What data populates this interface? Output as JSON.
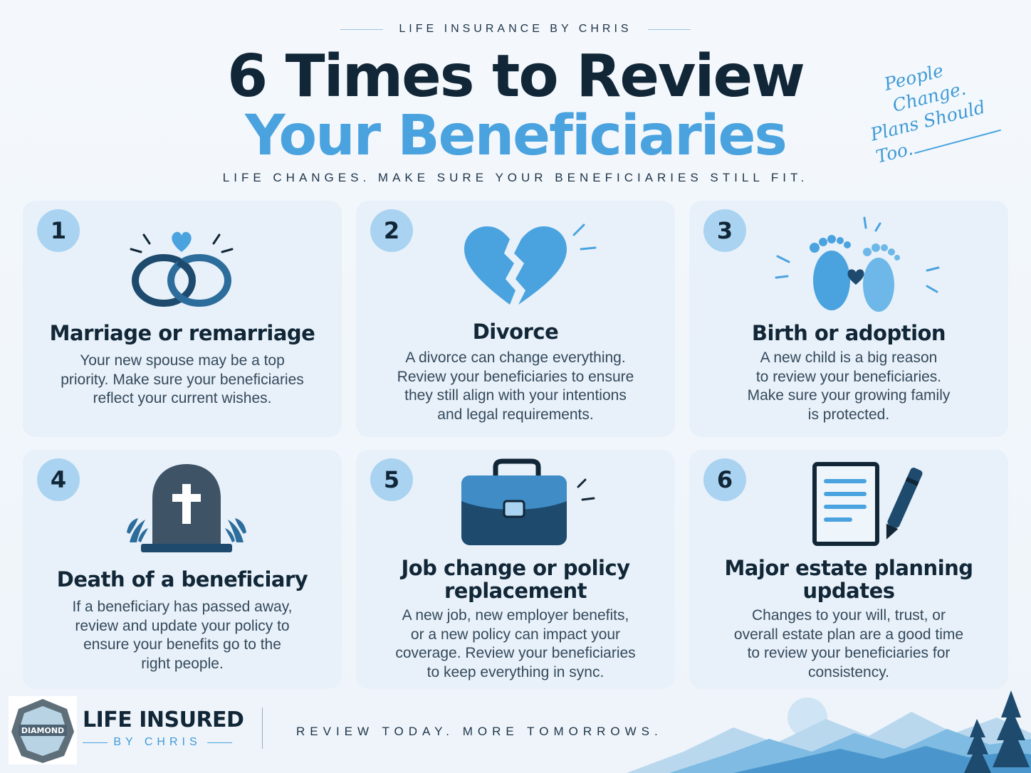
{
  "header": {
    "eyebrow": "LIFE INSURANCE BY CHRIS",
    "title_line1": "6 Times to Review",
    "title_line2": "Your Beneficiaries",
    "subtitle": "LIFE CHANGES. MAKE SURE YOUR BENEFICIARIES STILL FIT.",
    "script_note": [
      "People",
      "Change.",
      "Plans Should Too."
    ]
  },
  "cards": [
    {
      "number": "1",
      "icon": "wedding-rings-icon",
      "title": "Marriage or remarriage",
      "body": "Your new spouse may be a top\npriority. Make sure your beneficiaries\nreflect your current wishes."
    },
    {
      "number": "2",
      "icon": "broken-heart-icon",
      "title": "Divorce",
      "body": "A divorce can change everything.\nReview your beneficiaries to ensure\nthey still align with your intentions\nand legal requirements."
    },
    {
      "number": "3",
      "icon": "baby-footprints-icon",
      "title": "Birth or adoption",
      "body": "A new child is a big reason\nto review your beneficiaries.\nMake sure your growing family\nis protected."
    },
    {
      "number": "4",
      "icon": "gravestone-icon",
      "title": "Death of a beneficiary",
      "body": "If a beneficiary has passed away,\nreview and update your policy to\nensure your benefits go to the\nright people."
    },
    {
      "number": "5",
      "icon": "briefcase-icon",
      "title": "Job change or policy\nreplacement",
      "body": "A new job, new employer benefits,\nor a new policy can impact your\ncoverage. Review your beneficiaries\nto keep everything in sync."
    },
    {
      "number": "6",
      "icon": "document-pen-icon",
      "title": "Major estate planning\nupdates",
      "body": "Changes to your will, trust, or\noverall estate plan are a good time\nto review your beneficiaries for\nconsistency."
    }
  ],
  "footer": {
    "badge_text": "DIAMOND",
    "brand_name": "LIFE INSURED",
    "brand_sub": "BY CHRIS",
    "tagline": "REVIEW TODAY. MORE TOMORROWS."
  },
  "colors": {
    "accent_blue": "#4aa3df",
    "navy": "#112637",
    "card_bg": "#e8f1f9",
    "number_badge": "#a9d3f1"
  }
}
